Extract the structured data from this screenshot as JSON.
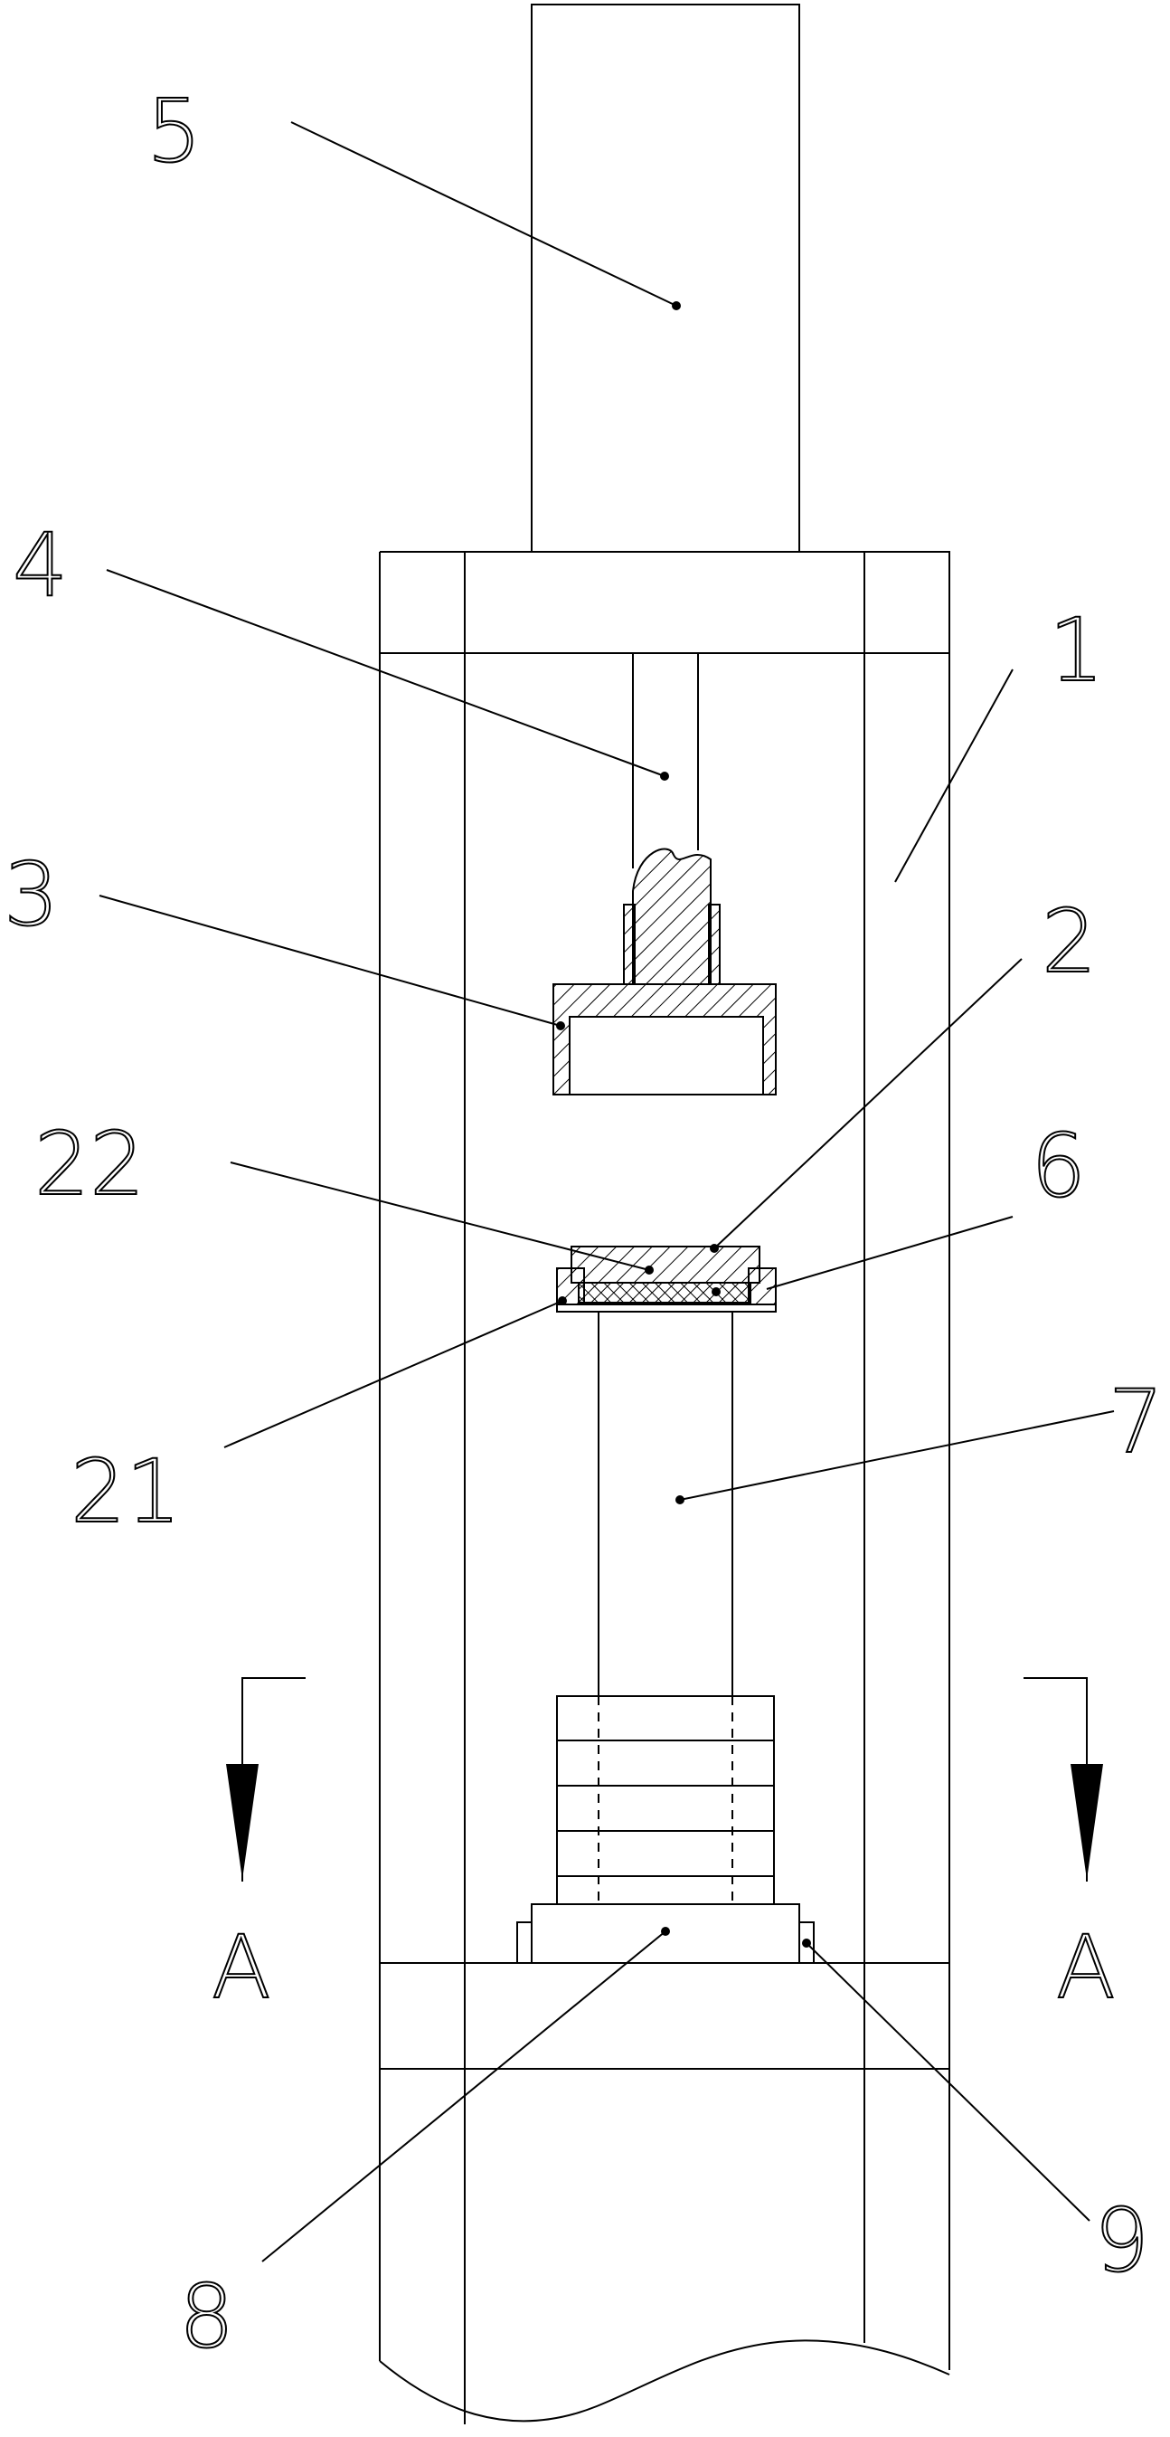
{
  "labels": {
    "l1": "1",
    "l2": "2",
    "l3": "3",
    "l4": "4",
    "l5": "5",
    "l6": "6",
    "l7": "7",
    "l8": "8",
    "l9": "9",
    "l21": "21",
    "l22": "22",
    "sectionLeft": "A",
    "sectionRight": "A"
  }
}
